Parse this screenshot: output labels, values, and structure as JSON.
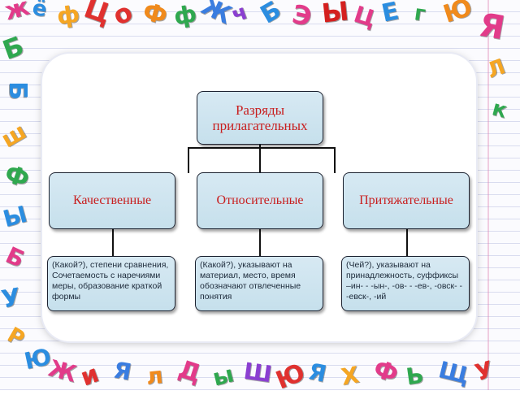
{
  "diagram": {
    "root": {
      "label": "Разряды прилагательных"
    },
    "categories": [
      {
        "label": "Качественные",
        "description": "(Какой?), степени сравнения, Сочетаемость с наречиями меры, образование краткой формы"
      },
      {
        "label": "Относительные",
        "description": "(Какой?), указывают на материал, место, время обозначают отвлеченные понятия"
      },
      {
        "label": "Притяжательные",
        "description": "(Чей?), указывают на принадлежность, суффиксы –ин- - -ын-, -ов- - -ев-, -овск- - -евск-, -ий"
      }
    ]
  },
  "colors": {
    "box_fill": "#cfe5f0",
    "box_border": "#1c2230",
    "heading_text": "#c81e1e",
    "description_text": "#1d2a3a"
  }
}
